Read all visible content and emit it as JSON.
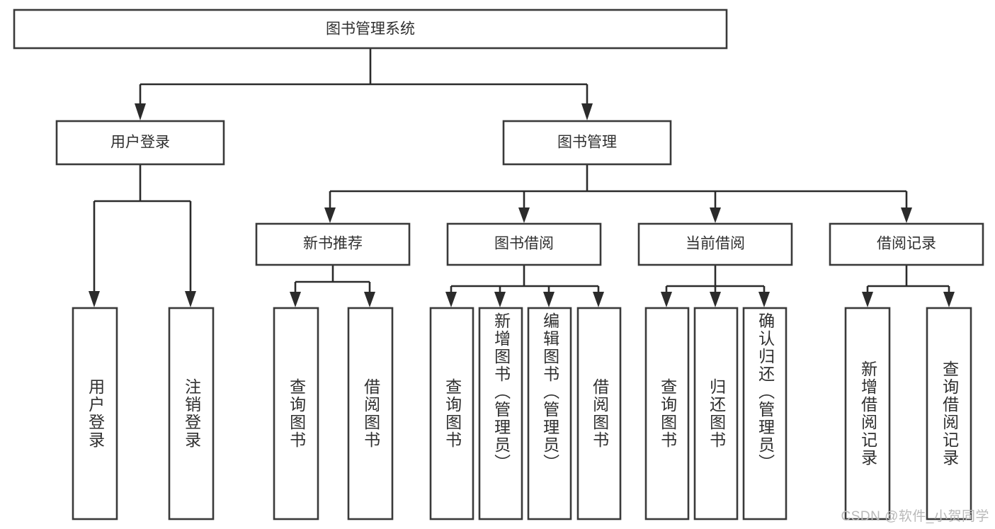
{
  "diagram": {
    "type": "tree-hierarchy",
    "root": {
      "id": "root",
      "label": "图书管理系统"
    },
    "level2": [
      {
        "id": "user-login",
        "label": "用户登录"
      },
      {
        "id": "book-management",
        "label": "图书管理"
      }
    ],
    "level3": [
      {
        "id": "new-book-recommend",
        "label": "新书推荐"
      },
      {
        "id": "book-borrow",
        "label": "图书借阅"
      },
      {
        "id": "current-borrow",
        "label": "当前借阅"
      },
      {
        "id": "borrow-record",
        "label": "借阅记录"
      }
    ],
    "leaves": [
      {
        "id": "leaf-user-login",
        "label": "用户登录",
        "parent": "user-login"
      },
      {
        "id": "leaf-logout",
        "label": "注销登录",
        "parent": "user-login"
      },
      {
        "id": "leaf-query-book-1",
        "label": "查询图书",
        "parent": "new-book-recommend"
      },
      {
        "id": "leaf-borrow-book-1",
        "label": "借阅图书",
        "parent": "new-book-recommend"
      },
      {
        "id": "leaf-query-book-2",
        "label": "查询图书",
        "parent": "book-borrow"
      },
      {
        "id": "leaf-add-book",
        "label": "新增图书（管理员）",
        "parent": "book-borrow"
      },
      {
        "id": "leaf-edit-book",
        "label": "编辑图书（管理员）",
        "parent": "book-borrow"
      },
      {
        "id": "leaf-borrow-book-2",
        "label": "借阅图书",
        "parent": "book-borrow"
      },
      {
        "id": "leaf-query-book-3",
        "label": "查询图书",
        "parent": "current-borrow"
      },
      {
        "id": "leaf-return-book",
        "label": "归还图书",
        "parent": "current-borrow"
      },
      {
        "id": "leaf-confirm-return",
        "label": "确认归还（管理员）",
        "parent": "current-borrow"
      },
      {
        "id": "leaf-add-record",
        "label": "新增借阅记录",
        "parent": "borrow-record"
      },
      {
        "id": "leaf-query-record",
        "label": "查询借阅记录",
        "parent": "borrow-record"
      }
    ],
    "watermark": "CSDN @软件_小贺同学",
    "colors": {
      "box_fill": "#ffffff",
      "box_stroke": "#3a3a3a",
      "connector": "#2b2b2b",
      "text": "#2f2f2f",
      "watermark": "#b9b9b9",
      "background": "#ffffff"
    }
  }
}
